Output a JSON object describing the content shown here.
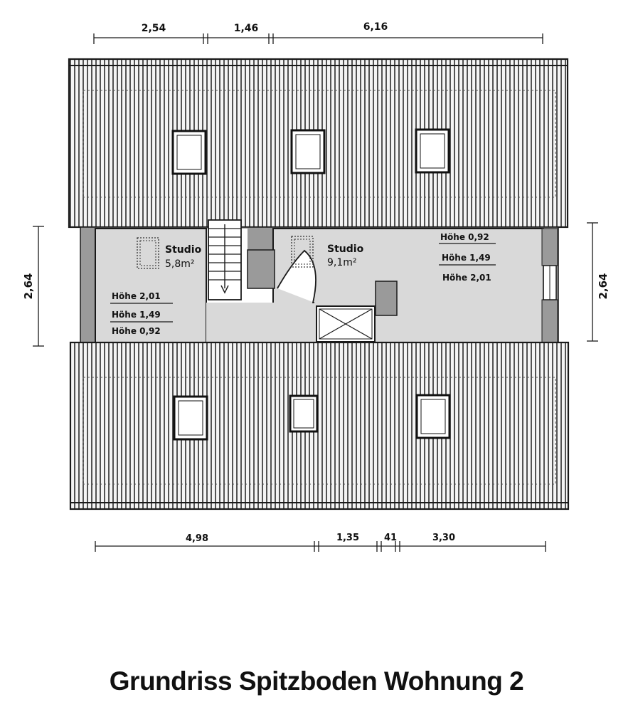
{
  "title": "Grundriss Spitzboden Wohnung 2",
  "dimensions": {
    "top": [
      "2,54",
      "1,46",
      "6,16"
    ],
    "bottom": [
      "4,98",
      "1,35",
      "41",
      "3,30"
    ],
    "left": "2,64",
    "right": "2,64"
  },
  "rooms": [
    {
      "name": "Studio",
      "area": "5,8m²",
      "heights": [
        "Höhe 2,01",
        "Höhe 1,49",
        "Höhe 0,92"
      ]
    },
    {
      "name": "Studio",
      "area": "9,1m²",
      "heights": [
        "Höhe 0,92",
        "Höhe 1,49",
        "Höhe 2,01"
      ]
    }
  ],
  "colors": {
    "line": "#1a1a1a",
    "room_fill": "#d9d9d9",
    "wall_fill": "#9a9a9a",
    "roof_fill": "#f4f4f4"
  }
}
